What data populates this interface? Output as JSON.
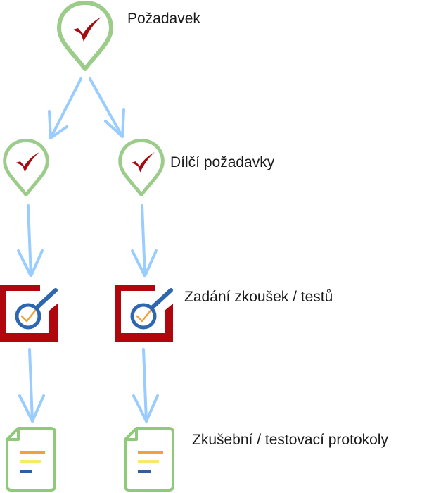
{
  "diagram": {
    "labels": {
      "requirement": "Požadavek",
      "sub_requirements": "Dílčí požadavky",
      "test_specification": "Zadání zkoušek / testů",
      "test_protocols": "Zkušební / testovací protokoly"
    },
    "colors": {
      "pin_outline": "#9ccc8a",
      "check": "#a50c12",
      "arrow": "#99ccff",
      "test_frame": "#b0060d",
      "magnifier": "#2f66b0",
      "magnifier_check": "#f2a13a",
      "doc_outline": "#8fca7a",
      "doc_line_orange": "#f2a13a",
      "doc_line_yellow": "#f5ea6a",
      "doc_line_blue": "#2f5f9e"
    },
    "icons": {
      "requirement": "map-pin-check-icon",
      "test": "test-magnifier-icon",
      "protocol": "document-icon"
    }
  }
}
